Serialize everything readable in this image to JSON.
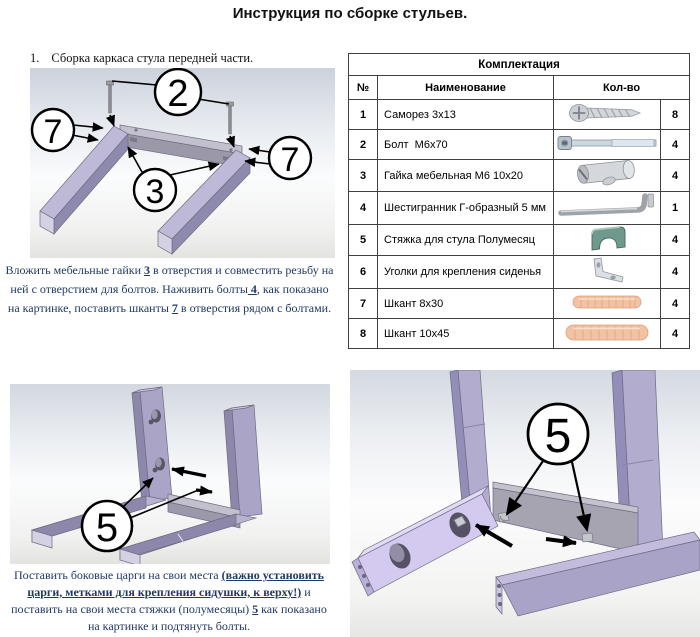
{
  "title": "Инструкция по сборке стульев.",
  "step1": {
    "number": "1.",
    "heading": "Сборка каркаса стула передней части.",
    "callout_2": "2",
    "callout_7_left": "7",
    "callout_7_right": "7",
    "callout_3": "3",
    "text": [
      {
        "t": "Вложить мебельные гайки "
      },
      {
        "t": "3",
        "b": 1,
        "u": 1
      },
      {
        "t": " в отверстия и совместить резьбу на ней с отверстием для болтов. Наживить болты"
      },
      {
        "t": " 4",
        "b": 1,
        "u": 1
      },
      {
        "t": ", как показано на картинке, поставить шканты "
      },
      {
        "t": "7",
        "b": 1,
        "u": 1
      },
      {
        "t": " в отверстия рядом с болтами."
      }
    ]
  },
  "table": {
    "title": "Комплектация",
    "col_num": "№",
    "col_name": "Наименование",
    "col_qty": "Кол-во",
    "rows": [
      {
        "num": "1",
        "name": "Саморез 3х13",
        "icon": "screw",
        "qty": "8"
      },
      {
        "num": "2",
        "name": "Болт  М6х70",
        "icon": "bolt",
        "qty": "4"
      },
      {
        "num": "3",
        "name": "Гайка мебельная М6 10х20",
        "icon": "barrel-nut",
        "qty": "4"
      },
      {
        "num": "4",
        "name": "Шестигранник Г-образный 5 мм",
        "icon": "hex-key",
        "qty": "1"
      },
      {
        "num": "5",
        "name": "Стяжка для стула Полумесяц",
        "icon": "half-moon-bracket",
        "qty": "4"
      },
      {
        "num": "6",
        "name": "Уголки для крепления сиденья",
        "icon": "corner-bracket",
        "qty": "4"
      },
      {
        "num": "7",
        "name": "Шкант 8х30",
        "icon": "dowel-small",
        "qty": "4"
      },
      {
        "num": "8",
        "name": "Шкант 10х45",
        "icon": "dowel-large",
        "qty": "4"
      }
    ]
  },
  "step2": {
    "callout_5": "5",
    "text": [
      {
        "t": "Поставить боковые царги на свои места "
      },
      {
        "t": "(важно установить царги, метками для крепления сидушки, к верху!)",
        "b": 1,
        "u": 1
      },
      {
        "t": " и поставить на свои места стяжки (полумесяцы) "
      },
      {
        "t": "5",
        "b": 1,
        "u": 1
      },
      {
        "t": " как показано на картинке и подтянуть болты."
      }
    ]
  },
  "step3": {
    "callout_5": "5"
  }
}
